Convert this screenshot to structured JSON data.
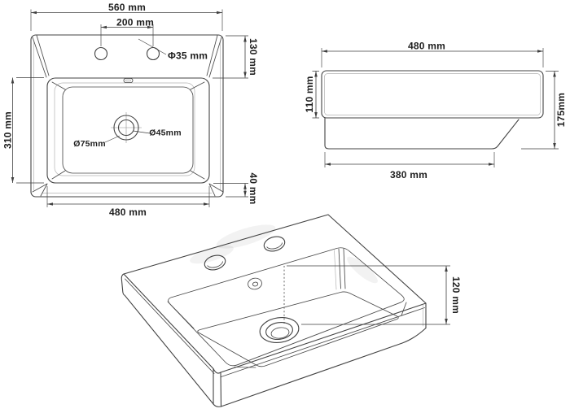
{
  "colors": {
    "background": "#ffffff",
    "line": "#434343",
    "dimension_line": "#3f3f3f",
    "text": "#1f1f1f",
    "light_line": "#b3b3b3"
  },
  "top_view": {
    "width_label": "560 mm",
    "hole_spacing_label": "200 mm",
    "faucet_hole_label": "Φ35 mm",
    "deck_depth_label": "130 mm",
    "basin_depth_label": "310 mm",
    "drain_outer_label": "Ø75mm",
    "drain_inner_label": "Ø45mm",
    "front_rim_label": "40 mm",
    "basin_width_label": "480 mm"
  },
  "side_view": {
    "depth_label": "480 mm",
    "rim_height_label": "110 mm",
    "total_height_label": "175mm",
    "base_depth_label": "380 mm"
  },
  "perspective_view": {
    "inner_depth_label": "120 mm"
  }
}
